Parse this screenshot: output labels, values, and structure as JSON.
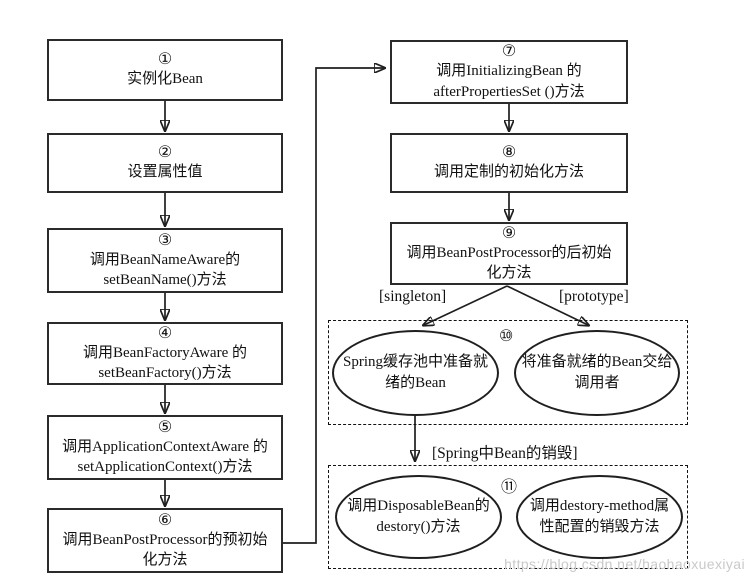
{
  "diagram": {
    "steps": [
      {
        "num": "①",
        "text": "实例化Bean"
      },
      {
        "num": "②",
        "text": "设置属性值"
      },
      {
        "num": "③",
        "text": "调用BeanNameAware的\nsetBeanName()方法"
      },
      {
        "num": "④",
        "text": "调用BeanFactoryAware 的\nsetBeanFactory()方法"
      },
      {
        "num": "⑤",
        "text": "调用ApplicationContextAware 的\nsetApplicationContext()方法"
      },
      {
        "num": "⑥",
        "text": "调用BeanPostProcessor的预初始\n化方法"
      },
      {
        "num": "⑦",
        "text": "调用InitializingBean 的\nafterPropertiesSet ()方法"
      },
      {
        "num": "⑧",
        "text": "调用定制的初始化方法"
      },
      {
        "num": "⑨",
        "text": "调用BeanPostProcessor的后初始\n化方法"
      }
    ],
    "branch_labels": {
      "singleton": "[singleton]",
      "prototype": "[prototype]"
    },
    "ready_group": {
      "num": "⑩",
      "cache_ellipse": "Spring缓存池中准备就\n绪的Bean",
      "caller_ellipse": "将准备就绪的Bean交给\n调用者"
    },
    "destroy_label": "[Spring中Bean的销毁]",
    "destroy_group": {
      "num": "⑪",
      "disposable_ellipse": "调用DisposableBean的\ndestory()方法",
      "destroy_method_ellipse": "调用destory-method属\n性配置的销毁方法"
    },
    "watermark": "https://blog.csdn.net/haohaoxuexiyai"
  },
  "colors": {
    "line": "#1f1f1f",
    "background": "#ffffff",
    "watermark": "#c9c9c9"
  }
}
